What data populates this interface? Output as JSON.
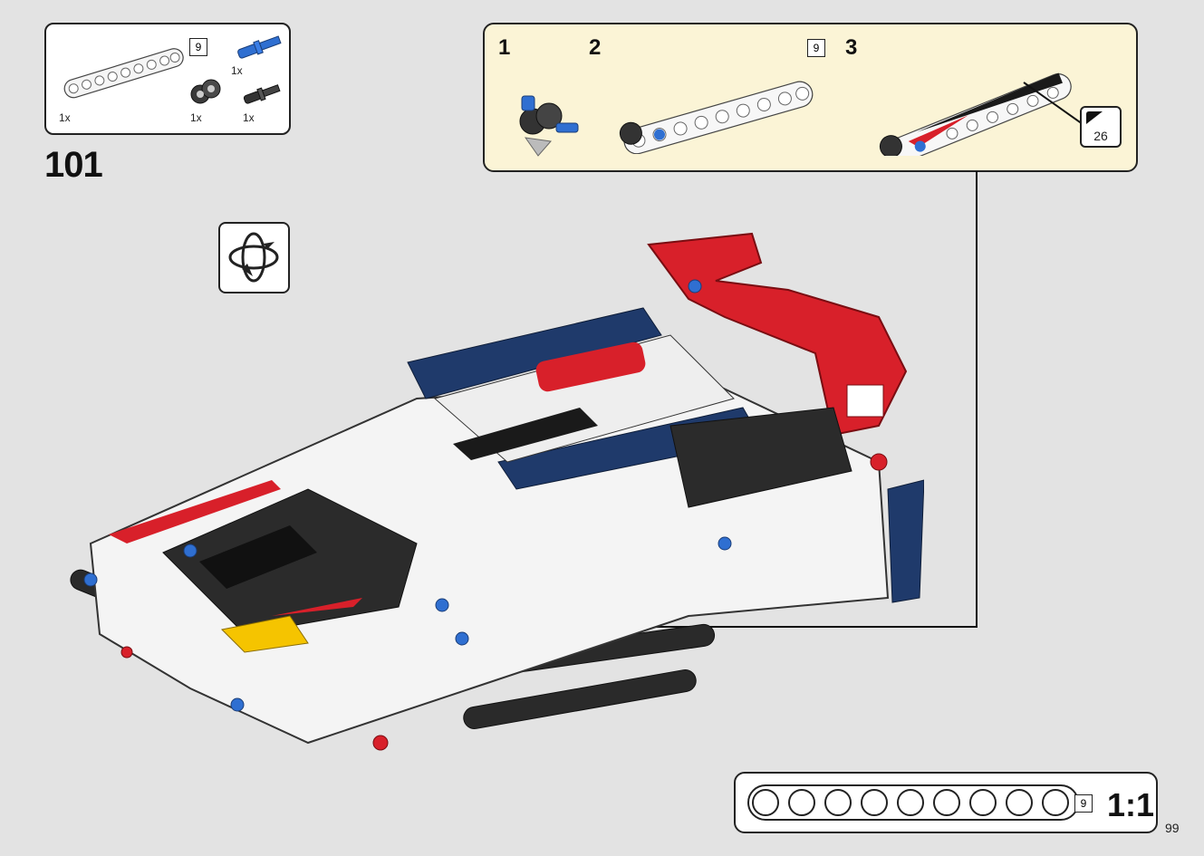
{
  "step": {
    "number": "101"
  },
  "parts_list": {
    "items": [
      {
        "name": "white-beam-9",
        "qty": "1x",
        "length": "9"
      },
      {
        "name": "blue-axle-pin",
        "qty": "1x"
      },
      {
        "name": "black-cross-block",
        "qty": "1x"
      },
      {
        "name": "black-axle-pin",
        "qty": "1x"
      }
    ]
  },
  "rotate_icon": "rotate-model-icon",
  "callout": {
    "substeps": [
      {
        "label": "1"
      },
      {
        "label": "2",
        "length": "9"
      },
      {
        "label": "3",
        "sticker": "26"
      }
    ]
  },
  "scale_guide": {
    "length": "9",
    "ratio": "1:1"
  },
  "page": {
    "number": "99"
  },
  "colors": {
    "background": "#e3e3e3",
    "callout_bg": "#fbf4d6",
    "red": "#d8202a",
    "blue": "#1f3a6b",
    "black": "#2b2b2b",
    "yellow": "#f5c400"
  }
}
